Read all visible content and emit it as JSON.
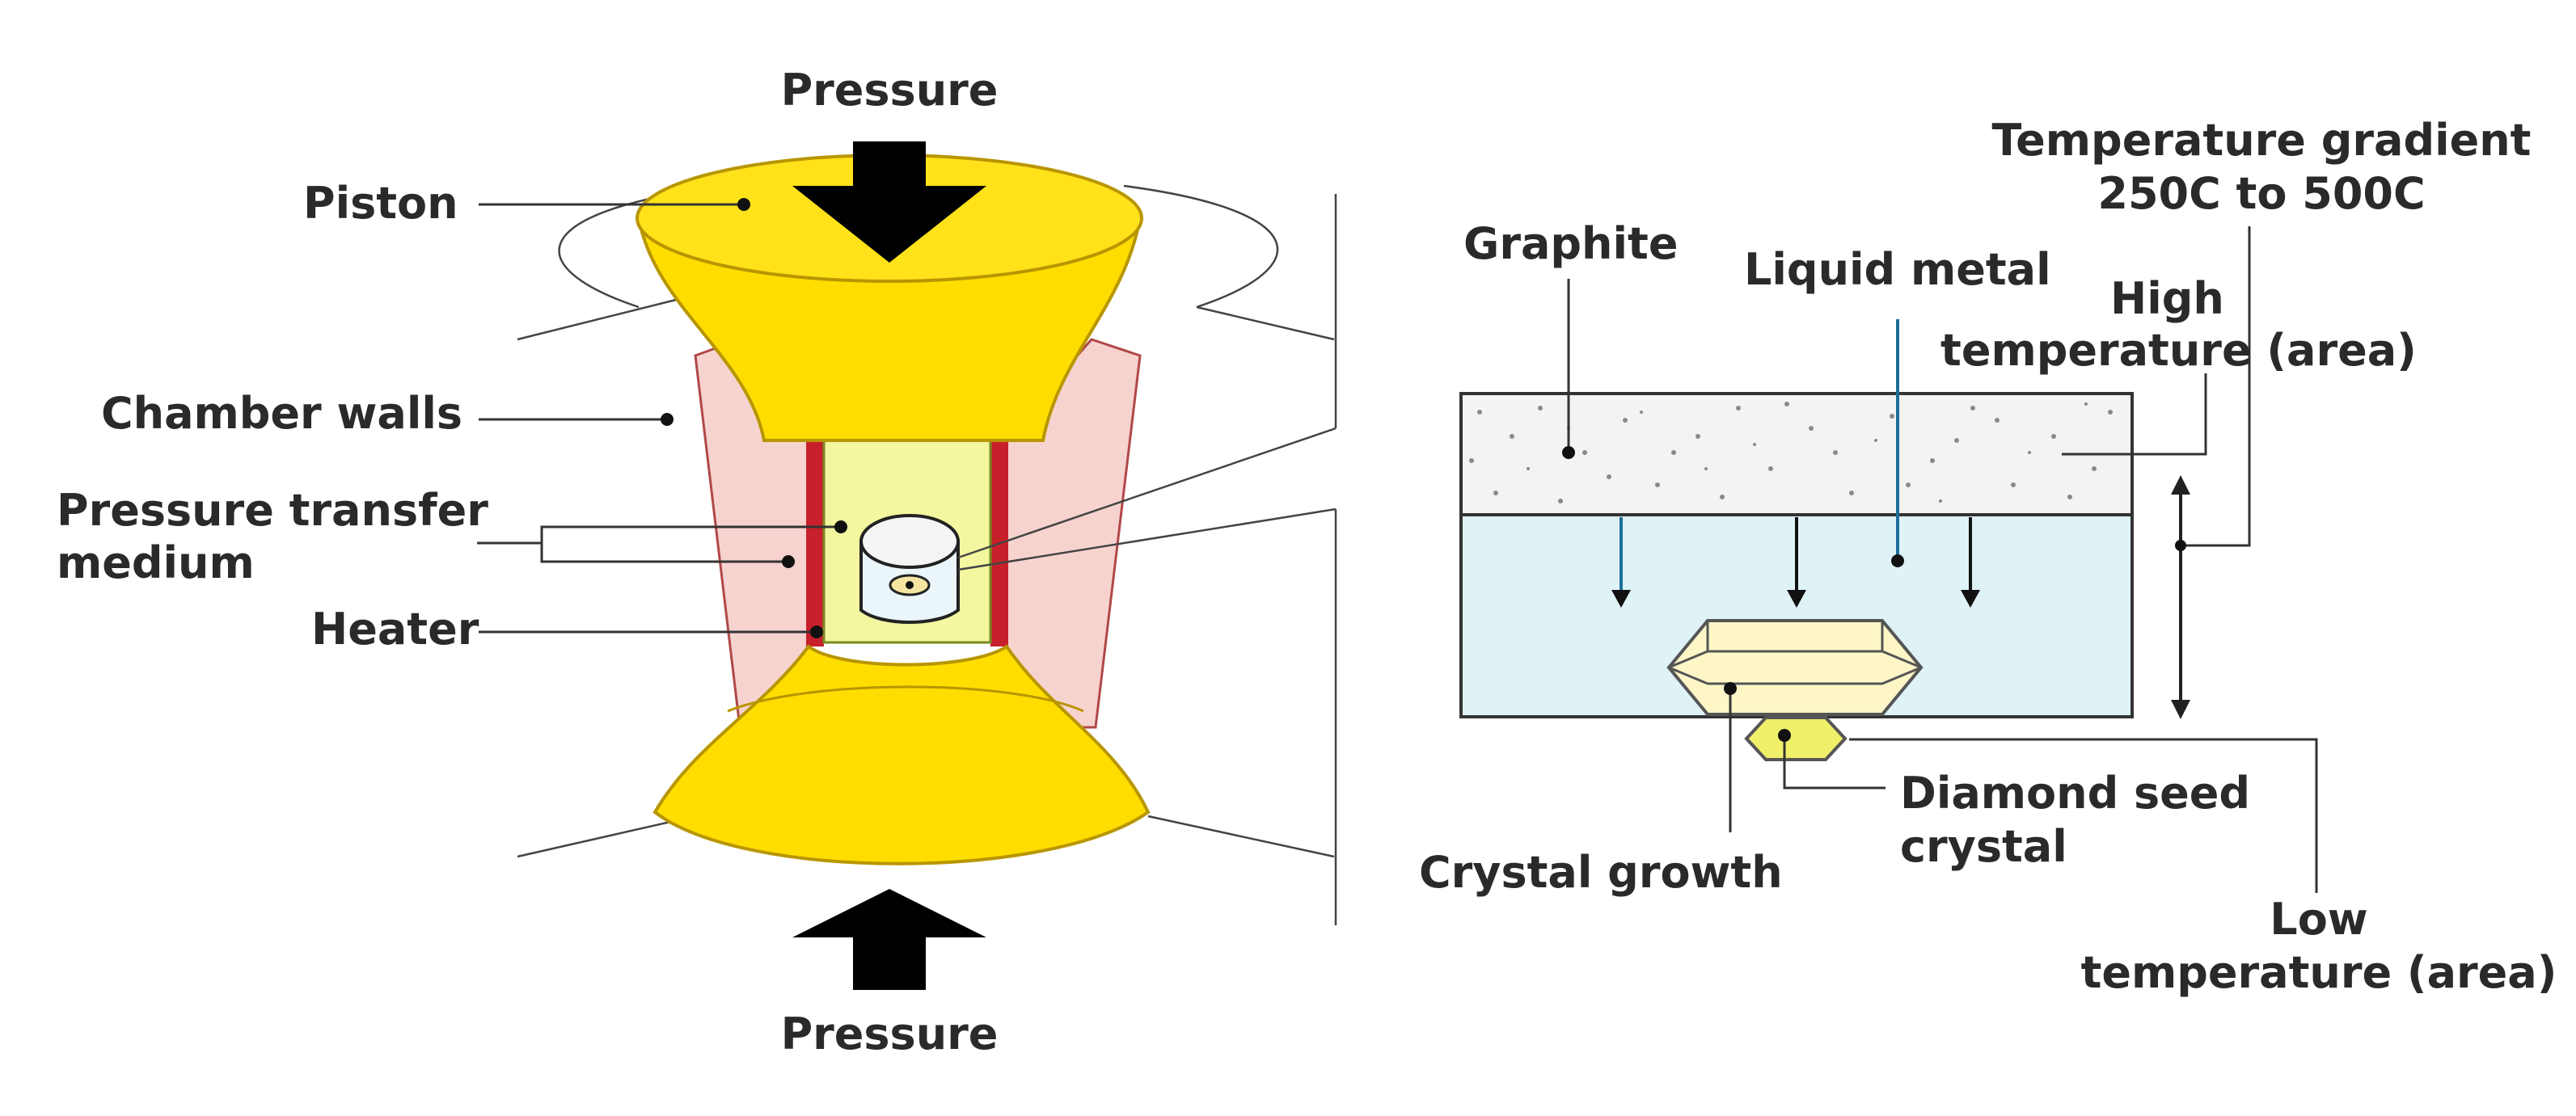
{
  "labels": {
    "pressure_top": "Pressure",
    "pressure_bottom": "Pressure",
    "piston": "Piston",
    "chamber_walls": "Chamber walls",
    "pressure_transfer_line1": "Pressure transfer",
    "pressure_transfer_line2": "medium",
    "heater": "Heater",
    "graphite": "Graphite",
    "liquid_metal": "Liquid metal",
    "temp_gradient_line1": "Temperature gradient",
    "temp_gradient_line2": "250C to 500C",
    "high_temp_line1": "High",
    "high_temp_line2": "temperature (area)",
    "crystal_growth": "Crystal growth",
    "diamond_seed_line1": "Diamond seed",
    "diamond_seed_line2": "crystal",
    "low_temp_line1": "Low",
    "low_temp_line2": "temperature (area)"
  },
  "colors": {
    "piston": "#ffdd00",
    "piston_edge": "#c8a800",
    "wall_pink": "#f7d3d0",
    "heater_red": "#c8202a",
    "medium_yellow": "#f2f7a0",
    "graphite_fill": "#f3f3f3",
    "liquid_fill": "#dff3f7",
    "crystal_fill": "#fff6c8",
    "seed_fill": "#f0ef6a",
    "arrow_black": "#000000"
  }
}
